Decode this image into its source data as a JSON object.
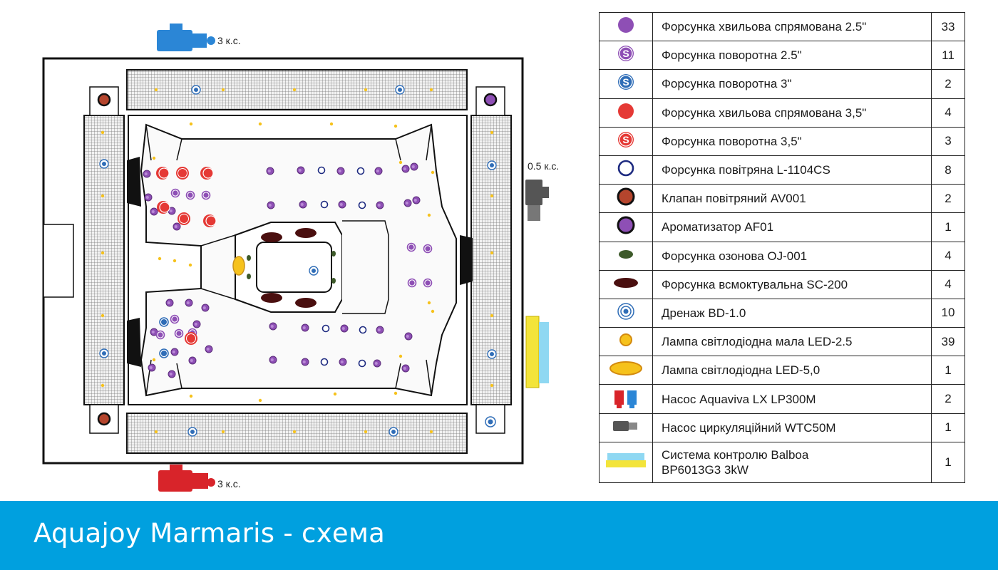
{
  "diagram": {
    "pump_labels": {
      "top": "3 к.с.",
      "right": "0.5 к.с.",
      "bottom": "3 к.с."
    },
    "colors": {
      "purple": "#8e4fb5",
      "red": "#e53935",
      "blue": "#2f6db7",
      "yellow": "#f6c21c",
      "maroon": "#4a0f0f",
      "olive": "#3d5a2a",
      "pump_blue": "#2b86d6",
      "pump_red": "#d8242a",
      "pump_gray": "#555555",
      "balboa_yellow": "#f3e43a",
      "balboa_blue": "#8fd8f2",
      "footer": "#00a0df"
    }
  },
  "legend": [
    {
      "icon": "purple-dot-icon",
      "label": "Форсунка хвильова спрямована 2.5\"",
      "qty": "33"
    },
    {
      "icon": "purple-s-icon",
      "label": "Форсунка поворотна 2.5\"",
      "qty": "11"
    },
    {
      "icon": "blue-s-icon",
      "label": "Форсунка поворотна 3\"",
      "qty": "2"
    },
    {
      "icon": "red-dot-icon",
      "label": "Форсунка хвильова спрямована 3,5\"",
      "qty": "4"
    },
    {
      "icon": "red-s-icon",
      "label": "Форсунка поворотна 3,5\"",
      "qty": "3"
    },
    {
      "icon": "air-ring-icon",
      "label": "Форсунка повітряна L-1104CS",
      "qty": "8"
    },
    {
      "icon": "air-valve-icon",
      "label": "Клапан повітряний AV001",
      "qty": "2"
    },
    {
      "icon": "aroma-icon",
      "label": "Ароматизатор AF01",
      "qty": "1"
    },
    {
      "icon": "ozone-icon",
      "label": "Форсунка озонова OJ-001",
      "qty": "4"
    },
    {
      "icon": "suction-icon",
      "label": "Форсунка всмоктувальна SC-200",
      "qty": "4"
    },
    {
      "icon": "drain-icon",
      "label": "Дренаж BD-1.0",
      "qty": "10"
    },
    {
      "icon": "small-led-icon",
      "label": "Лампа світлодіодна мала LED-2.5",
      "qty": "39"
    },
    {
      "icon": "big-led-icon",
      "label": "Лампа світлодіодна LED-5,0",
      "qty": "1"
    },
    {
      "icon": "pump-pair-icon",
      "label": "Насос Aquaviva  LX LP300M",
      "qty": "2"
    },
    {
      "icon": "circulation-pump-icon",
      "label": "Насос циркуляційний WTC50M",
      "qty": "1"
    },
    {
      "icon": "balboa-control-icon",
      "label": "Система контролю Balboa",
      "label2": "BP6013G3 3kW",
      "qty": "1"
    }
  ],
  "footer": {
    "title": "Aquajoy Marmaris - схема"
  }
}
